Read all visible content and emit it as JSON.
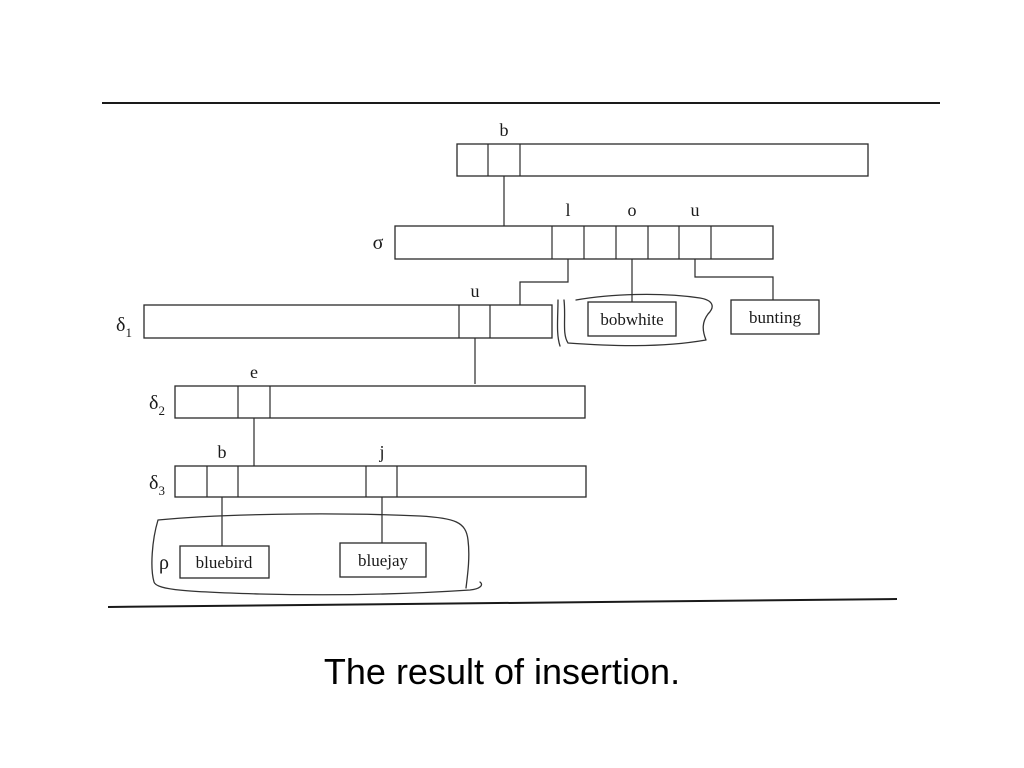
{
  "caption": "The result of insertion.",
  "root": {
    "symbol": "b"
  },
  "sigma": {
    "label": "σ",
    "symbols": [
      "l",
      "o",
      "u"
    ]
  },
  "delta1": {
    "label": "δ",
    "sub": "1",
    "symbol": "u"
  },
  "delta2": {
    "label": "δ",
    "sub": "2",
    "symbol": "e"
  },
  "delta3": {
    "label": "δ",
    "sub": "3",
    "symbols": [
      "b",
      "j"
    ]
  },
  "rho": {
    "label": "ρ"
  },
  "leaves": {
    "bobwhite": "bobwhite",
    "bunting": "bunting",
    "bluebird": "bluebird",
    "bluejay": "bluejay"
  }
}
